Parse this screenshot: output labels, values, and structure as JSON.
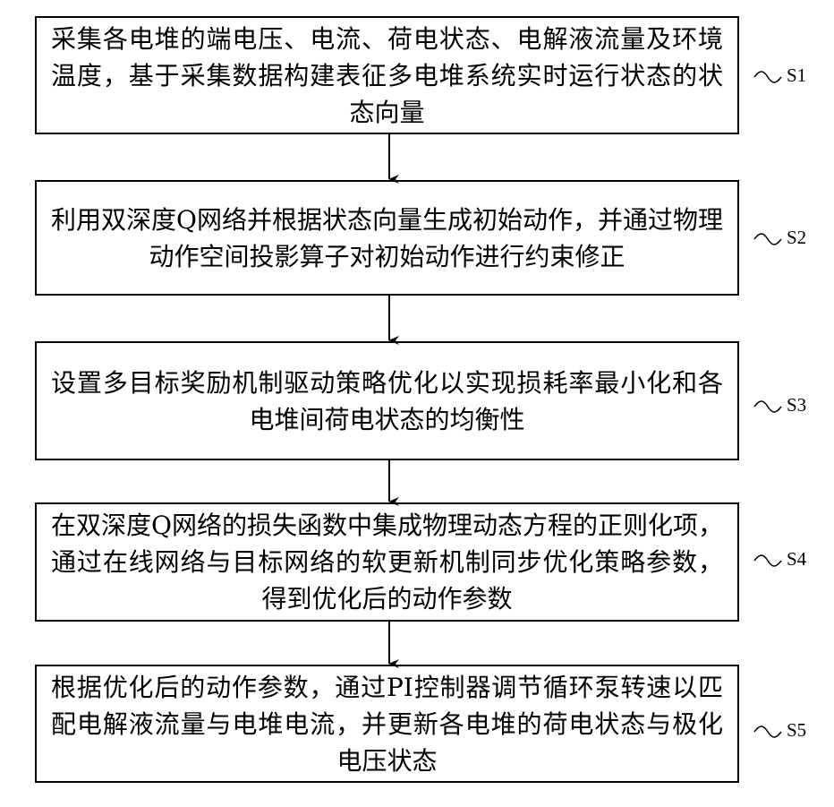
{
  "steps": [
    {
      "label": "S1",
      "text": "采集各电堆的端电压、电流、荷电状态、电解液流量及环境温度，基于采集数据构建表征多电堆系统实时运行状态的状态向量"
    },
    {
      "label": "S2",
      "text": "利用双深度Q网络并根据状态向量生成初始动作，并通过物理动作空间投影算子对初始动作进行约束修正"
    },
    {
      "label": "S3",
      "text": "设置多目标奖励机制驱动策略优化以实现损耗率最小化和各电堆间荷电状态的均衡性"
    },
    {
      "label": "S4",
      "text": "在双深度Q网络的损失函数中集成物理动态方程的正则化项，通过在线网络与目标网络的软更新机制同步优化策略参数，得到优化后的动作参数"
    },
    {
      "label": "S5",
      "text": "根据优化后的动作参数，通过PI控制器调节循环泵转速以匹配电解液流量与电堆电流，并更新各电堆的荷电状态与极化电压状态"
    }
  ]
}
